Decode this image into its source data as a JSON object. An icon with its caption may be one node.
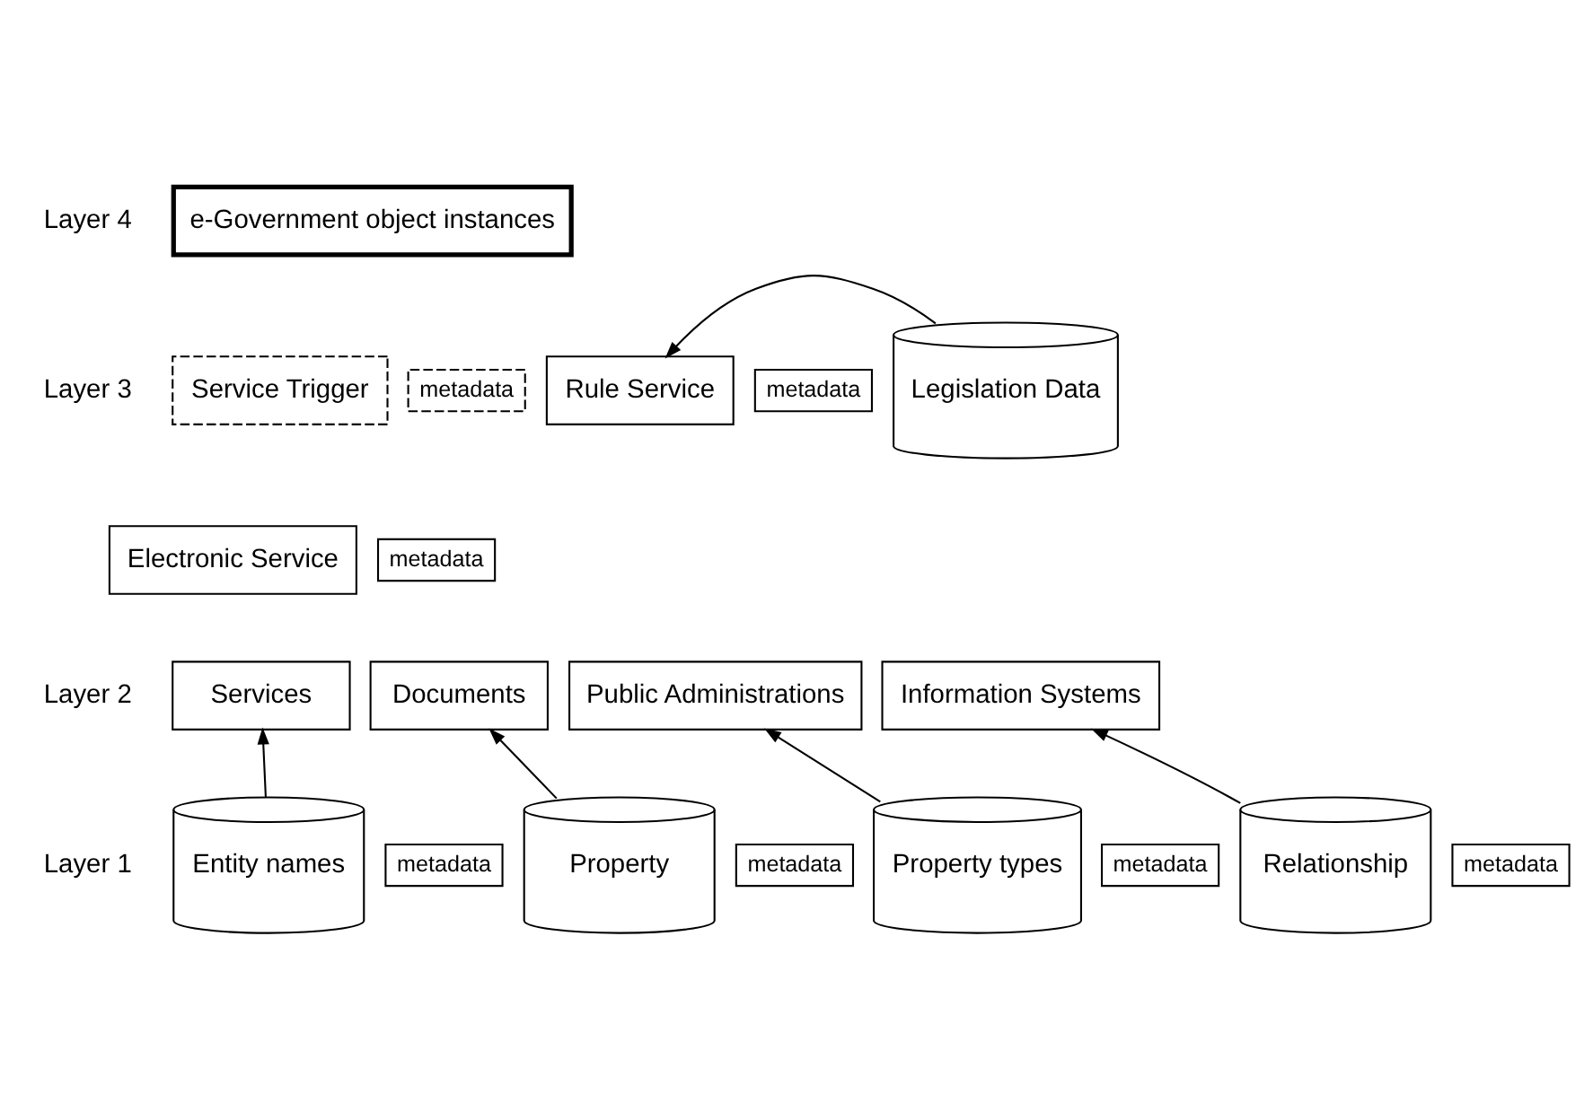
{
  "diagram": {
    "nodes": [
      {
        "text": [
          "e-Government object instances"
        ]
      },
      {
        "text": [
          "Service Trigger"
        ]
      },
      {
        "text": [
          "metadata"
        ]
      },
      {
        "text": [
          "Rule Service"
        ]
      },
      {
        "text": [
          "Legislation Data"
        ]
      },
      {
        "text": [
          "metadata"
        ]
      },
      {
        "text": [
          "Electronic Service"
        ]
      },
      {
        "text": [
          "metadata"
        ]
      },
      {
        "text": [
          "Services"
        ]
      },
      {
        "text": [
          "Documents"
        ]
      },
      {
        "text": [
          "Public Administrations"
        ]
      },
      {
        "text": [
          "Information Systems"
        ]
      },
      {
        "text": [
          "Entity names"
        ]
      },
      {
        "text": [
          "Property"
        ]
      },
      {
        "text": [
          "Property types"
        ]
      },
      {
        "text": [
          "Relationship"
        ]
      },
      {
        "text": [
          "metadata"
        ]
      },
      {
        "text": [
          "metadata"
        ]
      },
      {
        "text": [
          "metadata"
        ]
      },
      {
        "text": [
          "metadata"
        ]
      }
    ],
    "edges": [
      {
        "from": 4,
        "to": 3,
        "arrow": "to"
      },
      {
        "from": 12,
        "to": 8,
        "arrow": "to"
      },
      {
        "from": 13,
        "to": 9,
        "arrow": "to"
      },
      {
        "from": 14,
        "to": 10,
        "arrow": "to"
      },
      {
        "from": 15,
        "to": 11,
        "arrow": "to"
      }
    ],
    "labels": [
      "Layer 4",
      "Layer 3",
      "Layer 2",
      "Layer 1"
    ]
  }
}
